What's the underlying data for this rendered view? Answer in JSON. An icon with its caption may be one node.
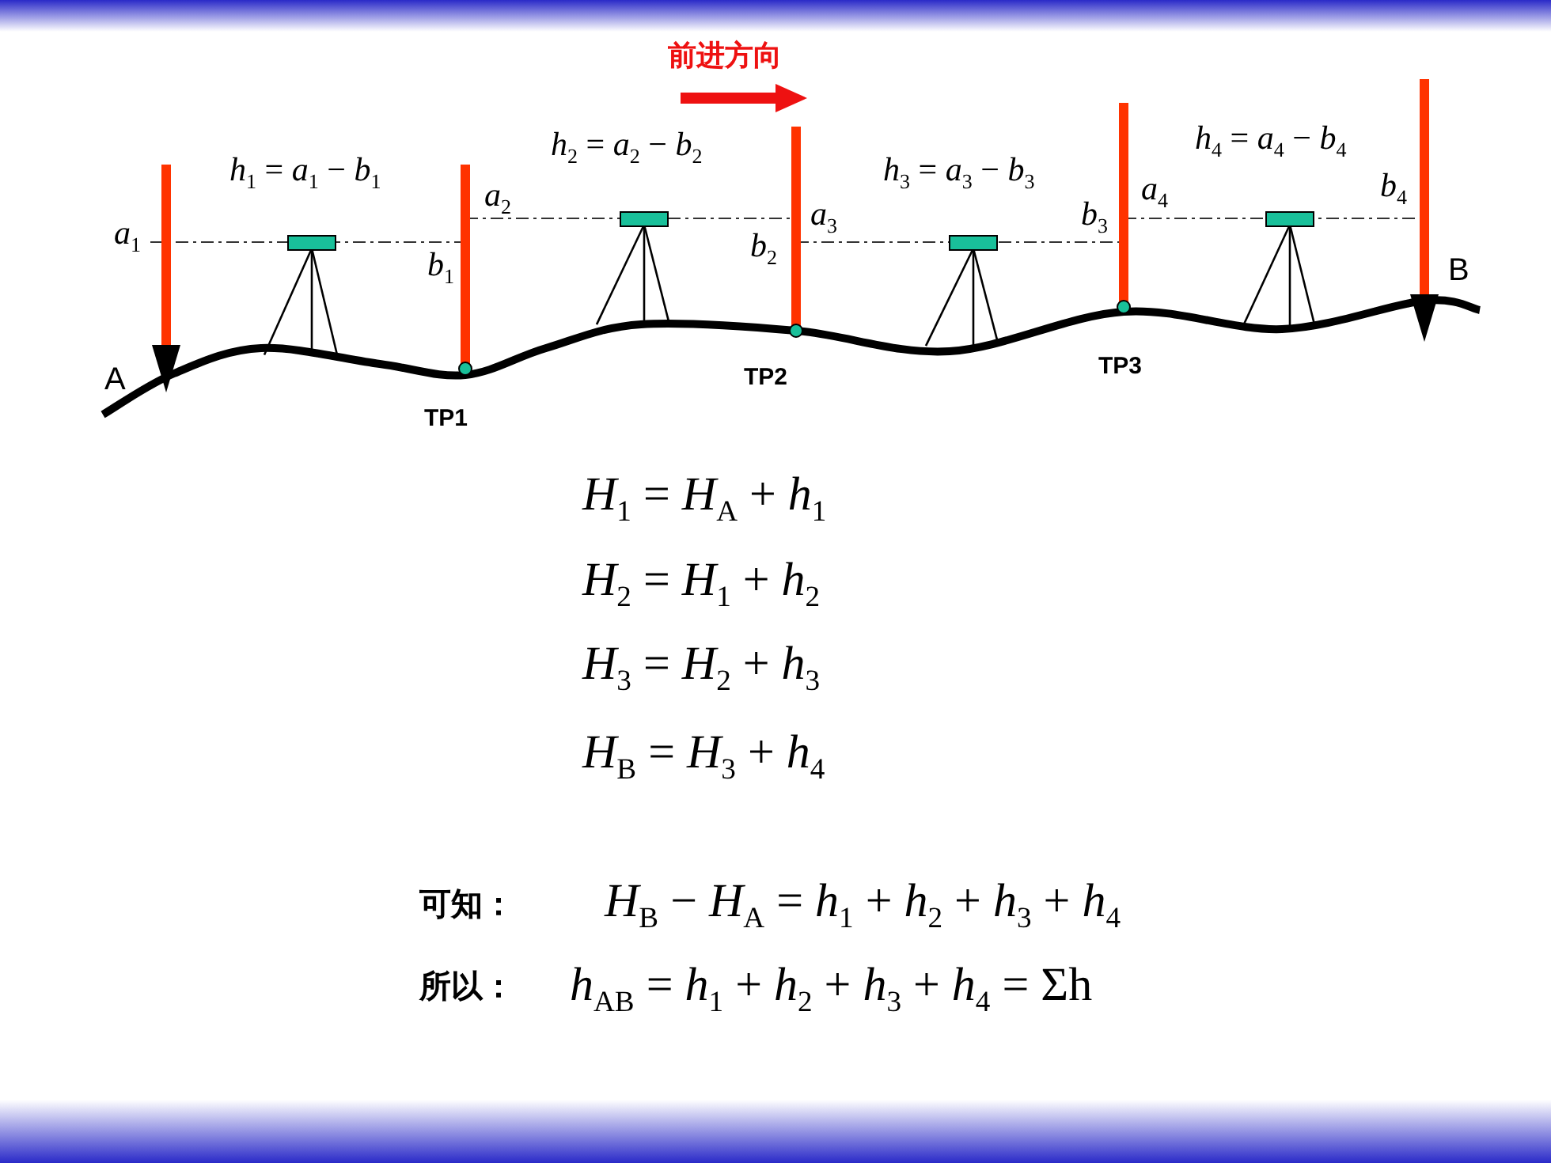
{
  "diagram": {
    "labels": [
      "前进方向",
      "*h*$_{2}$ = *a*$_{2}$ − *b*$_{2}$",
      "*h*$_{4}$ = *a*$_{4}$ − *b*$_{4}$",
      "*h*$_{1}$ = *a*$_{1}$ − *b*$_{1}$",
      "*h*$_{3}$ = *a*$_{3}$ − *b*$_{3}$",
      "*a*$_{2}$",
      "*a*$_{3}$",
      "*a*$_{4}$",
      "*b*$_{4}$",
      "*a*$_{1}$",
      "*b*$_{2}$",
      "*b*$_{3}$",
      "*b*$_{1}$",
      "B",
      "A",
      "TP2",
      "TP3",
      "TP1",
      "*H*$_{1}$ = *H*$_{A}$ + *h*$_{1}$",
      "*H*$_{2}$ = *H*$_{1}$ + *h*$_{2}$",
      "*H*$_{3}$ = *H*$_{2}$ + *h*$_{3}$",
      "*H*$_{B}$ = *H*$_{3}$ + *h*$_{4}$",
      "可知：",
      "*H*$_{B}$ − *H*$_{A}$ = *h*$_{1}$ + *h*$_{2}$ + *h*$_{3}$ + *h*$_{4}$",
      "所以：",
      "*h*$_{AB}$ = *h*$_{1}$ + *h*$_{2}$ + *h*$_{3}$ + *h*$_{4}$ = Σh"
    ]
  }
}
